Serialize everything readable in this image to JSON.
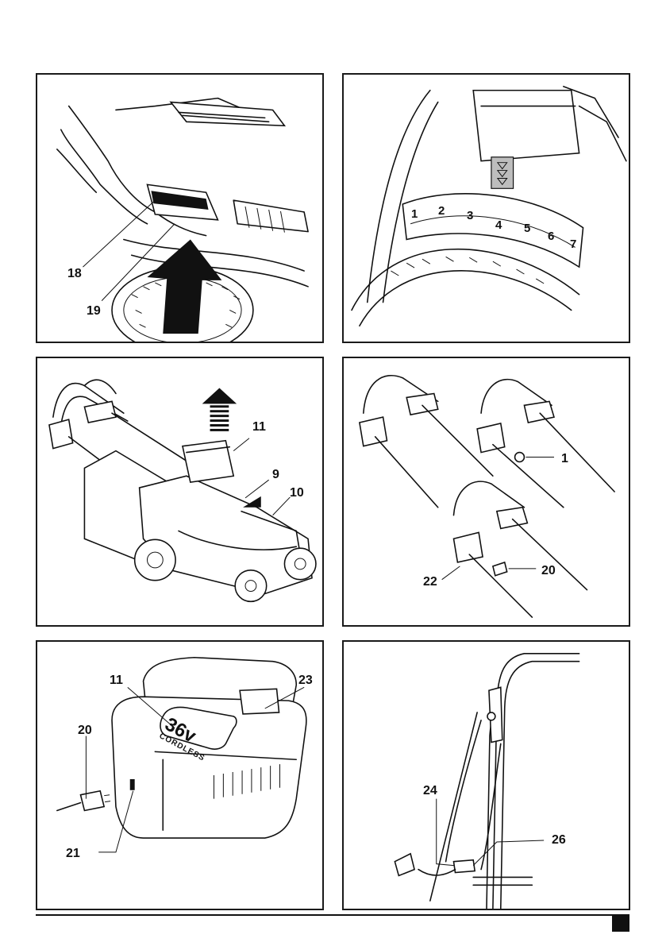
{
  "panels": [
    {
      "id": "fig-a",
      "callouts": [
        "18",
        "19"
      ]
    },
    {
      "id": "fig-b",
      "wheel_numbers": [
        "1",
        "2",
        "3",
        "4",
        "5",
        "6",
        "7"
      ]
    },
    {
      "id": "fig-c",
      "callouts": [
        "11",
        "9",
        "10"
      ]
    },
    {
      "id": "fig-d",
      "callouts": [
        "1",
        "20",
        "22"
      ]
    },
    {
      "id": "fig-e",
      "callouts": [
        "11",
        "23",
        "20",
        "21"
      ],
      "battery_text": {
        "voltage": "36v",
        "brand": "CORDLESS"
      }
    },
    {
      "id": "fig-f",
      "callouts": [
        "24",
        "26"
      ]
    }
  ],
  "colors": {
    "line": "#111111",
    "background": "#ffffff",
    "shade": "#bdbdbd"
  },
  "icons": [
    "upward-arrow-icon",
    "down-arrows-icon"
  ]
}
